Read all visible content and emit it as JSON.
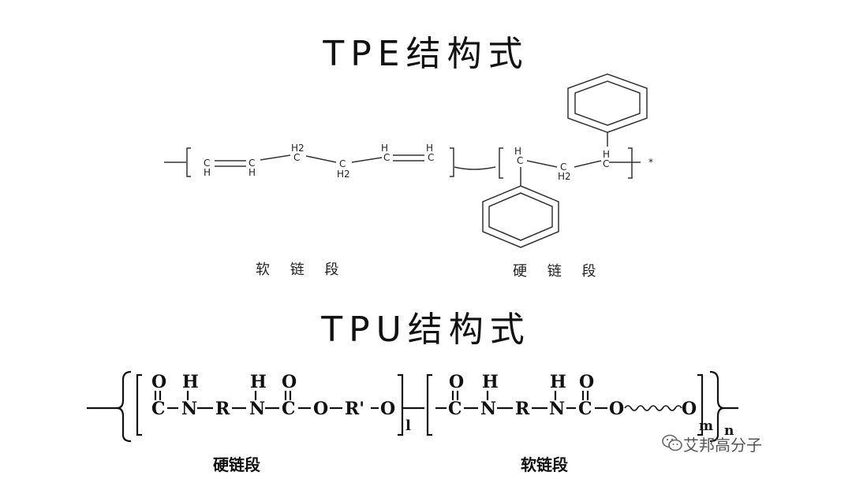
{
  "tpe": {
    "title": "TPE结构式",
    "soft_caption": "软 链 段",
    "hard_caption": "硬 链 段",
    "atoms": {
      "c1": "C",
      "h1": "H",
      "c2": "C",
      "h2": "H",
      "c3": "C",
      "h3": "H2",
      "c4": "C",
      "h4": "H2",
      "c5": "C",
      "h5": "H",
      "c6": "C",
      "h6": "H",
      "c7": "C",
      "h7": "H",
      "c8": "C",
      "h8": "H2",
      "c9": "C",
      "h9": "H",
      "star": "*"
    }
  },
  "tpu": {
    "title": "TPU结构式",
    "hard_caption": "硬链段",
    "soft_caption": "软链段",
    "atoms": {
      "a1": "C",
      "a1o": "O",
      "a2": "N",
      "a2h": "H",
      "a3": "R",
      "a4": "N",
      "a4h": "H",
      "a5": "C",
      "a5o": "O",
      "a6": "O",
      "a7": "R'",
      "a8": "O",
      "sub1": "l",
      "b1": "C",
      "b1o": "O",
      "b2": "N",
      "b2h": "H",
      "b3": "R",
      "b4": "N",
      "b4h": "H",
      "b5": "C",
      "b5o": "O",
      "b6": "O",
      "b7": "O",
      "sub_m": "m",
      "sub_n": "n"
    }
  },
  "watermark": {
    "text": "艾邦高分子",
    "icon": "wechat-icon"
  }
}
